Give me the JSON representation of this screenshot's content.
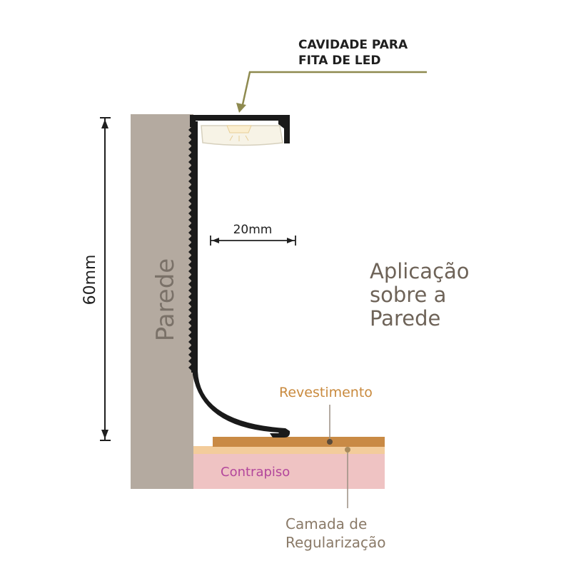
{
  "labels": {
    "led_cavity_line1": "CAVIDADE PARA",
    "led_cavity_line2": "FITA DE LED",
    "wall": "Parede",
    "height": "60mm",
    "width": "20mm",
    "title_line1": "Aplicação",
    "title_line2": "sobre a",
    "title_line3": "Parede",
    "covering": "Revestimento",
    "subfloor": "Contrapiso",
    "leveling_line1": "Camada de",
    "leveling_line2": "Regularização"
  },
  "colors": {
    "wall": "#b4aaa0",
    "profile": "#1a1a1a",
    "covering": "#c98a45",
    "leveling": "#f3cc9b",
    "subfloor": "#efc3c3",
    "arrow": "#8e8a4f",
    "leader": "#9a8f82"
  }
}
